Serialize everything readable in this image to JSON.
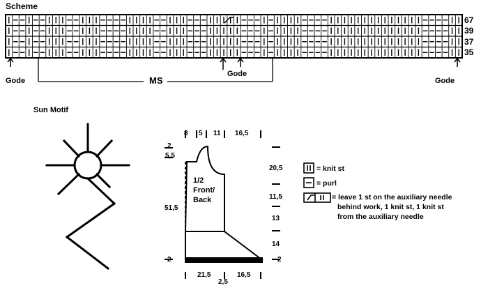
{
  "scheme": {
    "title": "Scheme",
    "rows": [
      {
        "label": "67",
        "pattern": "K-P-K-PP-KKK-P-KKK-PPP-KKK-PPP-KKKK-PP-KK-PP-KKKKK-PP-KKKK-PP-KK-P-KK"
      },
      {
        "label": "39",
        "pattern": ""
      },
      {
        "label": "37",
        "pattern": ""
      },
      {
        "label": "35",
        "pattern": ""
      }
    ],
    "labels": {
      "gode_left": "Gode",
      "ms": "MS",
      "gode_mid": "Gode",
      "gode_right": "Gode"
    }
  },
  "sun_motif": {
    "title": "Sun Motif"
  },
  "schematic": {
    "top_measures": [
      "8",
      "5",
      "11",
      "16,5"
    ],
    "left_measures": [
      "2",
      "5,5",
      "51,5",
      "2"
    ],
    "right_measures": [
      "20,5",
      "11,5",
      "13",
      "14",
      "2"
    ],
    "bottom_measures": [
      "21,5",
      "2,5",
      "16,5"
    ],
    "piece_label_1": "1/2",
    "piece_label_2": "Front/",
    "piece_label_3": "Back"
  },
  "legend": {
    "knit": "= knit st",
    "purl": "= purl",
    "cable_1": "= leave 1 st on the auxiliary needle",
    "cable_2": "behind work, 1 knit st, 1 knit st",
    "cable_3": "from the auxiliary needle"
  }
}
